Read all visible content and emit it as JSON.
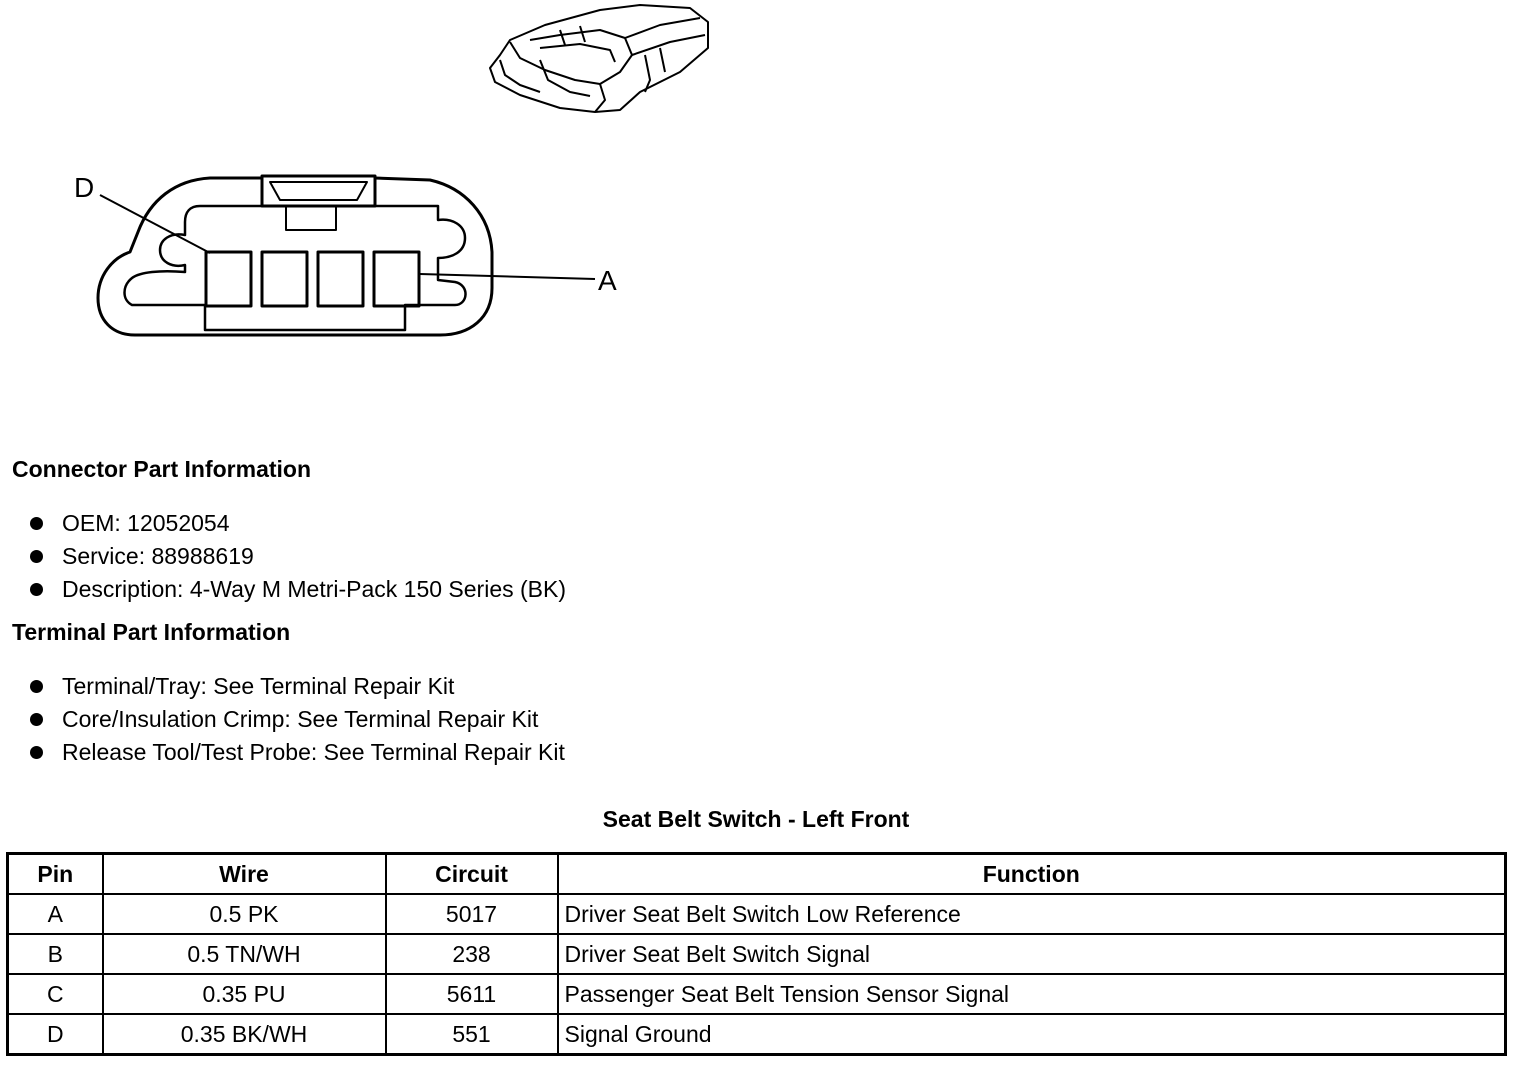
{
  "diagram": {
    "label_d": "D",
    "label_a": "A"
  },
  "connector_info": {
    "title": "Connector Part Information",
    "items": [
      "OEM: 12052054",
      "Service: 88988619",
      "Description: 4-Way M Metri-Pack 150 Series (BK)"
    ]
  },
  "terminal_info": {
    "title": "Terminal Part Information",
    "items": [
      "Terminal/Tray: See Terminal Repair Kit",
      "Core/Insulation Crimp: See Terminal Repair Kit",
      "Release Tool/Test Probe: See Terminal Repair Kit"
    ]
  },
  "table": {
    "title": "Seat Belt Switch - Left Front",
    "headers": [
      "Pin",
      "Wire",
      "Circuit",
      "Function"
    ],
    "rows": [
      [
        "A",
        "0.5 PK",
        "5017",
        "Driver Seat Belt Switch Low Reference"
      ],
      [
        "B",
        "0.5 TN/WH",
        "238",
        "Driver Seat Belt Switch Signal"
      ],
      [
        "C",
        "0.35 PU",
        "5611",
        "Passenger Seat Belt Tension Sensor Signal"
      ],
      [
        "D",
        "0.35 BK/WH",
        "551",
        "Signal Ground"
      ]
    ]
  }
}
